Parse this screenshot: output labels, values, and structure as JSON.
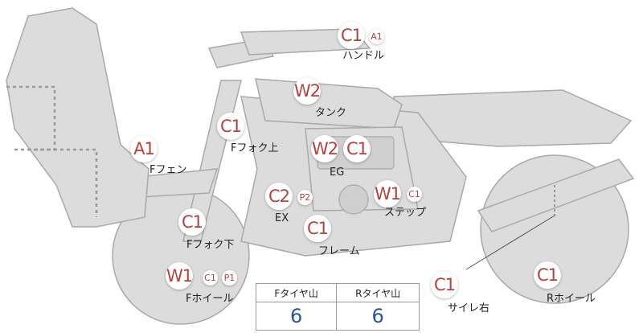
{
  "colors": {
    "bike_fill": "#dcdcdc",
    "bike_stroke": "#a9a9a9",
    "badge_text": "#b7413e",
    "tire_value": "#27569b"
  },
  "parts": {
    "handle": {
      "label": "ハンドル",
      "badges": [
        "C1",
        "A1"
      ]
    },
    "tank": {
      "label": "タンク",
      "badges": [
        "W2"
      ]
    },
    "ffork_up": {
      "label": "Fフォク上",
      "badges": [
        "C1"
      ]
    },
    "fender": {
      "label": "Fフェン",
      "badges": [
        "A1"
      ]
    },
    "eg": {
      "label": "EG",
      "badges": [
        "W2",
        "C1"
      ]
    },
    "ex": {
      "label": "EX",
      "badges": [
        "C2",
        "P2"
      ]
    },
    "step": {
      "label": "ステップ",
      "badges": [
        "W1",
        "C1"
      ]
    },
    "ffork_low": {
      "label": "Fフォク下",
      "badges": [
        "C1"
      ]
    },
    "frame": {
      "label": "フレーム",
      "badges": [
        "C1"
      ]
    },
    "fwheel": {
      "label": "Fホイール",
      "badges": [
        "W1",
        "C1",
        "P1"
      ]
    },
    "muffler_r": {
      "label": "サイレ右",
      "badges": [
        "C1"
      ]
    },
    "rwheel": {
      "label": "Rホイール",
      "badges": [
        "C1"
      ]
    }
  },
  "tire_table": {
    "front_header": "Fタイヤ山",
    "rear_header": "Rタイヤ山",
    "front_value": "6",
    "rear_value": "6"
  }
}
